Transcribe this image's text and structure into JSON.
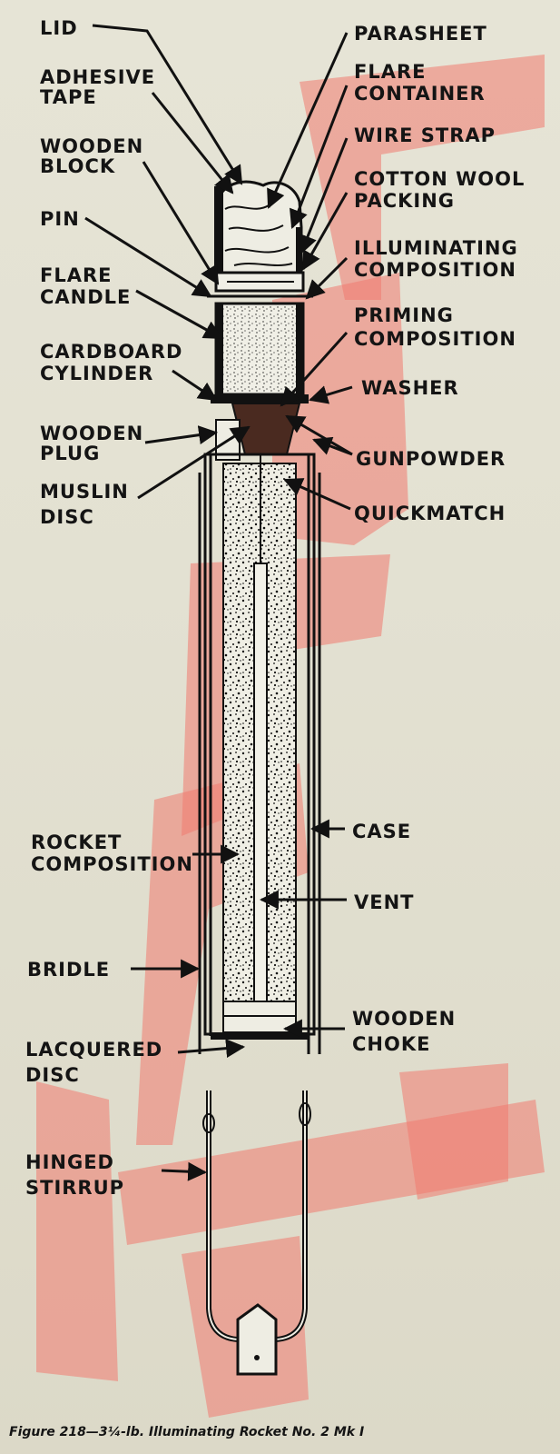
{
  "labels_left": {
    "lid": "LID",
    "adhesive_tape_1": "ADHESIVE",
    "adhesive_tape_2": "TAPE",
    "wooden_block_1": "WOODEN",
    "wooden_block_2": "BLOCK",
    "pin": "PIN",
    "flare_candle_1": "FLARE",
    "flare_candle_2": "CANDLE",
    "cardboard_cylinder_1": "CARDBOARD",
    "cardboard_cylinder_2": "CYLINDER",
    "wooden_plug_1": "WOODEN",
    "wooden_plug_2": "PLUG",
    "muslin_disc_1": "MUSLIN",
    "muslin_disc_2": "DISC",
    "rocket_composition_1": "ROCKET",
    "rocket_composition_2": "COMPOSITION",
    "bridle": "BRIDLE",
    "lacquered_disc_1": "LACQUERED",
    "lacquered_disc_2": "DISC",
    "hinged_stirrup_1": "HINGED",
    "hinged_stirrup_2": "STIRRUP"
  },
  "labels_right": {
    "parasheet": "PARASHEET",
    "flare_container_1": "FLARE",
    "flare_container_2": "CONTAINER",
    "wire_strap": "WIRE STRAP",
    "cotton_wool_1": "COTTON WOOL",
    "cotton_wool_2": "PACKING",
    "illuminating_1": "ILLUMINATING",
    "illuminating_2": "COMPOSITION",
    "priming_1": "PRIMING",
    "priming_2": "COMPOSITION",
    "washer": "WASHER",
    "gunpowder": "GUNPOWDER",
    "quickmatch": "QUICKMATCH",
    "case": "CASE",
    "vent": "VENT",
    "wooden_choke_1": "WOODEN",
    "wooden_choke_2": "CHOKE"
  },
  "caption": "Figure 218—3¼-lb. Illuminating Rocket No. 2 Mk I",
  "colors": {
    "paper": "#e4e2d3",
    "ink": "#111111",
    "watermark": "#f17a6f"
  }
}
